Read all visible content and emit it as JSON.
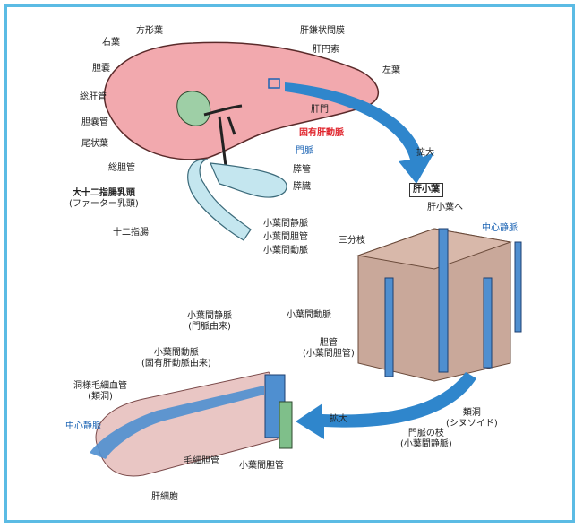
{
  "labels": {
    "right_lobe": "右葉",
    "quadrate_lobe": "方形葉",
    "falciform_ligament": "肝鎌状間膜",
    "round_ligament": "肝円索",
    "left_lobe": "左葉",
    "gallbladder": "胆嚢",
    "common_hepatic_duct": "総肝管",
    "porta_hepatis": "肝門",
    "cystic_duct": "胆嚢管",
    "proper_hepatic_artery": "固有肝動脈",
    "caudate_lobe": "尾状葉",
    "portal_vein": "門脈",
    "common_bile_duct": "総胆管",
    "pancreatic_duct": "膵管",
    "pancreas": "膵臓",
    "major_papilla": "大十二指腸乳頭",
    "major_papilla_sub": "(ファーター乳頭)",
    "duodenum": "十二指腸",
    "magnify_1": "拡大",
    "hepatic_lobule": "肝小葉",
    "to_lobule": "肝小葉へ",
    "central_vein_top": "中心静脈",
    "interlobular_vein": "小葉間静脈",
    "interlobular_bile_duct": "小葉間胆管",
    "interlobular_artery": "小葉間動脈",
    "triad": "三分枝",
    "interlobular_artery_2": "小葉間動脈",
    "bile_duct": "胆管",
    "bile_duct_sub": "(小葉間胆管)",
    "sinusoid": "類洞",
    "sinusoid_sub": "(シヌソイド)",
    "portal_branch": "門脈の枝",
    "portal_branch_sub": "(小葉間静脈)",
    "magnify_2": "拡大",
    "detail_vein": "小葉間静脈",
    "detail_vein_sub": "(門脈由来)",
    "detail_artery": "小葉間動脈",
    "detail_artery_sub": "(固有肝動脈由来)",
    "sinusoid_capillary": "洞様毛細血管",
    "sinusoid_capillary_sub": "(類洞)",
    "central_vein_detail": "中心静脈",
    "bile_canaliculus": "毛細胆管",
    "detail_bile_duct": "小葉間胆管",
    "hepatocyte": "肝細胞"
  },
  "colors": {
    "border": "#5bbbe4",
    "liver": "#f2a9ae",
    "gallbladder": "#9ecfa6",
    "duodenum": "#c4e6ef",
    "arrow": "#2f86cc",
    "vein": "#4f8fd0",
    "highlight_red": "#e0242c"
  }
}
